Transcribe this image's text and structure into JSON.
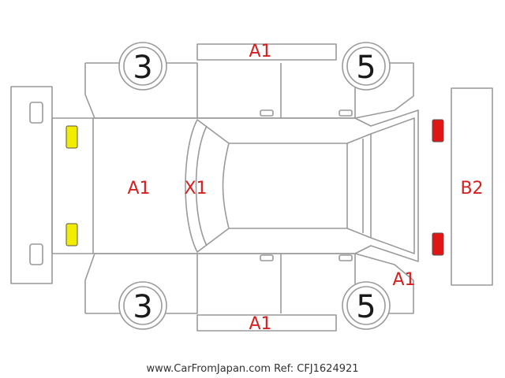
{
  "diagram": {
    "tire_numbers": {
      "front_left": "3",
      "rear_left": "5",
      "front_right": "3",
      "rear_right": "5"
    },
    "damage_codes": {
      "roof_top_side": "A1",
      "hood": "A1",
      "windshield": "X1",
      "rear_bumper": "B2",
      "rear_quarter_right": "A1",
      "bottom_side": "A1"
    },
    "light_colors": {
      "front": "#f2ec00",
      "rear": "#e01616"
    },
    "footer_text": "www.CarFromJapan.com Ref: CFJ1624921"
  }
}
